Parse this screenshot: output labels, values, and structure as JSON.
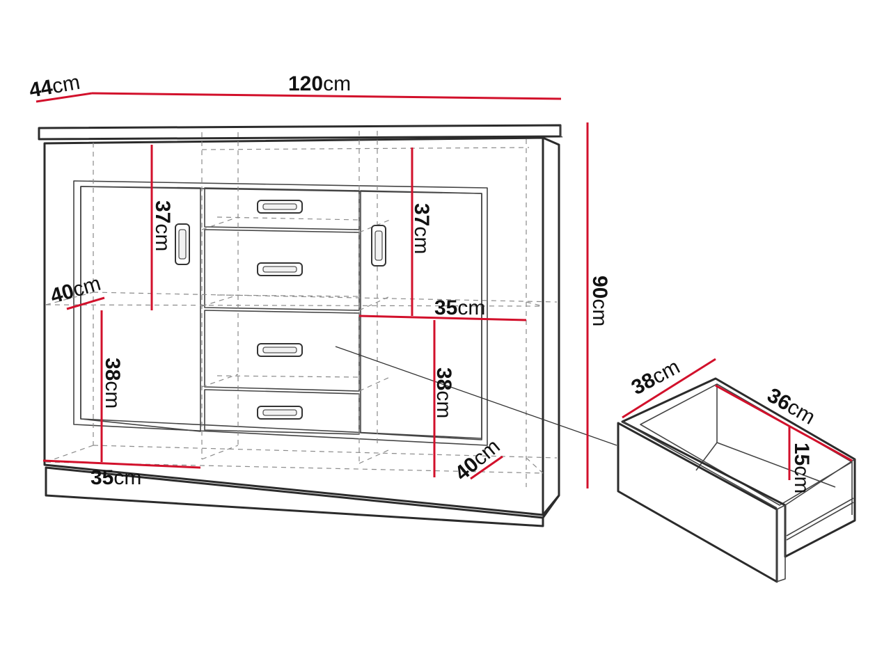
{
  "dimensions": {
    "top_depth": "44",
    "overall_width": "120",
    "overall_height": "90",
    "left_door_upper_height": "37",
    "right_door_upper_height": "37",
    "left_shelf_depth": "40",
    "right_shelf_depth": "40",
    "left_lower_height": "38",
    "right_lower_height": "38",
    "left_lower_width": "35",
    "right_compartment_width": "35",
    "drawer_depth": "38",
    "drawer_width": "36",
    "drawer_height": "15"
  },
  "unit": "cm",
  "colors": {
    "dimension_line": "#d2102b",
    "outline": "#2b2b2b",
    "hidden_line": "#8a8a8a"
  }
}
